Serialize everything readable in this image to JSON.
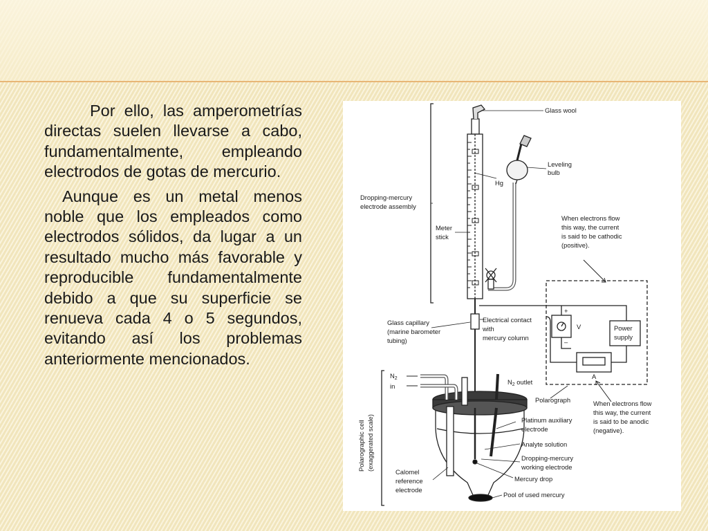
{
  "paragraphs": [
    "Por ello, las amperometrías directas suelen llevarse a cabo, fundamentalmente, empleando electrodos de gotas de mercurio.",
    "Aunque es un metal menos noble que los empleados como electrodos sólidos, da lugar a un resultado mucho más favorable y reproducible fundamentalmente debido a que su superficie se renueva cada 4 o 5 segundos, evitando así los problemas anteriormente mencionados."
  ],
  "figure": {
    "labels": {
      "glass_wool": "Glass wool",
      "leveling_bulb_1": "Leveling",
      "leveling_bulb_2": "bulb",
      "hg": "Hg",
      "dme_assembly_1": "Dropping-mercury",
      "dme_assembly_2": "electrode assembly",
      "meter_stick_1": "Meter",
      "meter_stick_2": "stick",
      "cathodic_1": "When electrons flow",
      "cathodic_2": "this way, the current",
      "cathodic_3": "is said to be cathodic",
      "cathodic_4": "(positive).",
      "glass_capillary_1": "Glass capillary",
      "glass_capillary_2": "(marine barometer",
      "glass_capillary_3": "tubing)",
      "elec_contact_1": "Electrical contact",
      "elec_contact_2": "with",
      "elec_contact_3": "mercury column",
      "power_supply_1": "Power",
      "power_supply_2": "supply",
      "v": "V",
      "a": "A",
      "plus": "+",
      "minus": "–",
      "n2_in_1": "N",
      "n2_in_sub": "2",
      "n2_in_2": "in",
      "n2_outlet": "N",
      "n2_outlet_sub": "2",
      "n2_outlet_2": " outlet",
      "polarograph": "Polarograph",
      "anodic_1": "When electrons flow",
      "anodic_2": "this way, the current",
      "anodic_3": "is said to be anodic",
      "anodic_4": "(negative).",
      "platinum_1": "Platinum auxiliary",
      "platinum_2": "electrode",
      "analyte": "Analyte solution",
      "dme_working_1": "Dropping-mercury",
      "dme_working_2": "working electrode",
      "calomel_1": "Calomel",
      "calomel_2": "reference",
      "calomel_3": "electrode",
      "mercury_drop": "Mercury drop",
      "pool": "Pool of used mercury",
      "cell_1": "Polarographic cell",
      "cell_2": "(exaggerated scale)"
    }
  }
}
